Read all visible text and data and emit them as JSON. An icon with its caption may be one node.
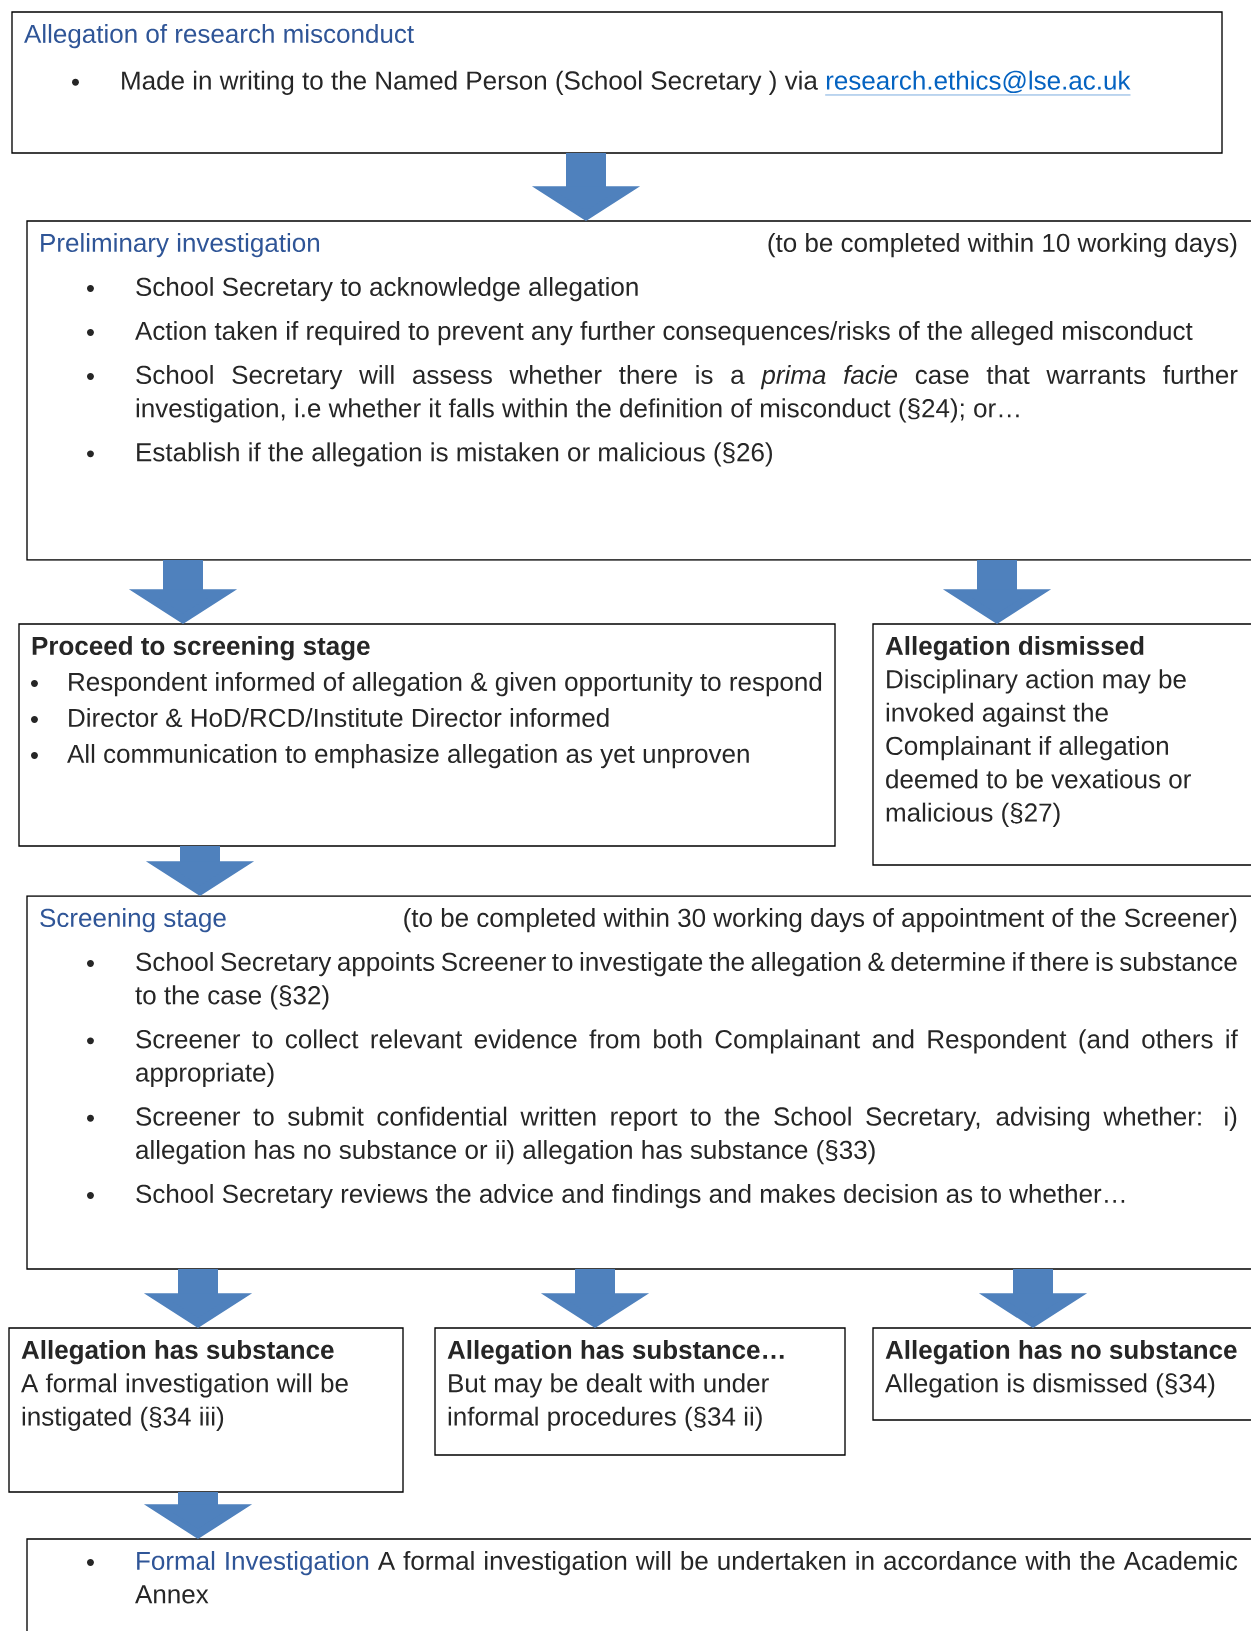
{
  "diagram": {
    "nodes": [
      {
        "text": [
          "Allegation of research misconduct",
          "Made in writing to the Named Person (School Secretary ) via",
          "research.ethics@lse.ac.uk"
        ]
      },
      {
        "text": [
          "Preliminary investigation",
          "(to be completed within 10 working days)",
          "School Secretary to acknowledge allegation",
          "Action taken if required to prevent any further consequences/risks of the alleged misconduct",
          "School Secretary will assess whether there is a *prima facie* case that warrants further investigation, i.e whether it falls within the definition of misconduct (§24);  or…",
          "Establish if the allegation is mistaken or malicious (§26)"
        ]
      },
      {
        "text": [
          "Proceed to screening stage",
          "Respondent informed of allegation & given opportunity to respond",
          "Director & HoD/RCD/Institute Director informed",
          "All communication to emphasize allegation as yet unproven"
        ]
      },
      {
        "text": [
          "Allegation dismissed",
          "Disciplinary action may be invoked against the Complainant if allegation deemed to be vexatious or malicious (§27)"
        ]
      },
      {
        "text": [
          "Screening stage",
          "(to be completed within  30 working days of appointment of the Screener)",
          "School Secretary appoints Screener to investigate the allegation & determine if there is substance to the case (§32)",
          "Screener to collect relevant evidence from both Complainant and Respondent (and others if appropriate)",
          "Screener to submit confidential written report to the School Secretary, advising whether: i) allegation has no substance or ii) allegation has substance (§33)",
          "School Secretary reviews the advice and findings and makes decision as to whether…"
        ]
      },
      {
        "text": [
          "Allegation has substance",
          "A formal investigation will be instigated (§34 iii)"
        ]
      },
      {
        "text": [
          "Allegation has substance…",
          "But may be dealt with under informal procedures (§34 ii)"
        ]
      },
      {
        "text": [
          "Allegation has no substance",
          "Allegation is dismissed (§34)"
        ]
      },
      {
        "text": [
          "Formal Investigation",
          "A formal investigation will be undertaken in accordance with the Academic Annex"
        ]
      }
    ],
    "edges": [
      {
        "from": 0,
        "to": 1,
        "arrow": "to"
      },
      {
        "from": 1,
        "to": 2,
        "arrow": "to"
      },
      {
        "from": 1,
        "to": 3,
        "arrow": "to"
      },
      {
        "from": 2,
        "to": 4,
        "arrow": "to"
      },
      {
        "from": 4,
        "to": 5,
        "arrow": "to"
      },
      {
        "from": 4,
        "to": 6,
        "arrow": "to"
      },
      {
        "from": 4,
        "to": 7,
        "arrow": "to"
      },
      {
        "from": 5,
        "to": 8,
        "arrow": "to"
      }
    ]
  }
}
